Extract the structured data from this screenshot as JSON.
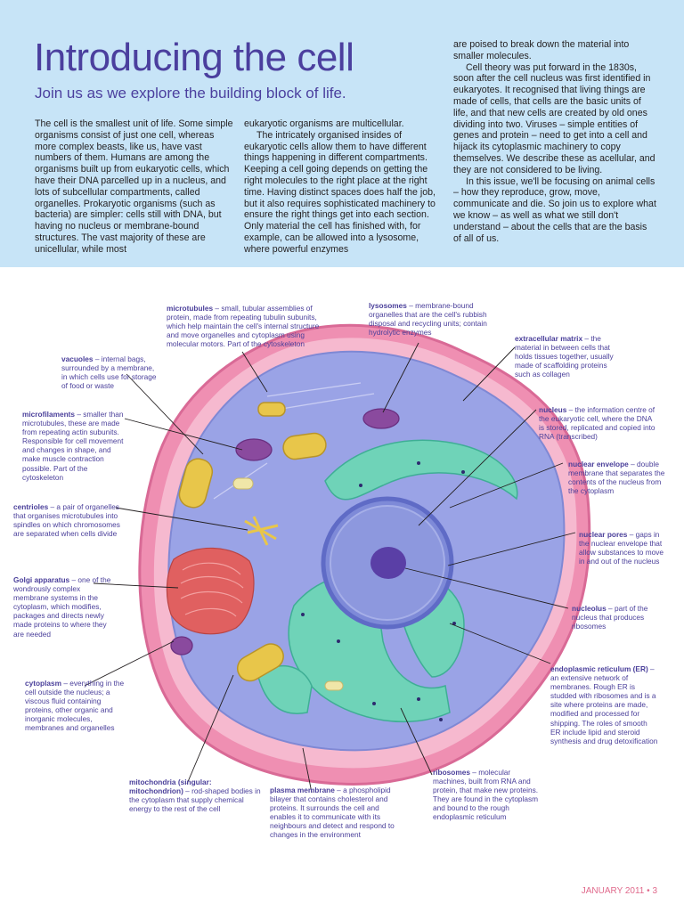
{
  "header": {
    "title": "Introducing the cell",
    "subtitle": "Join us as we explore the building block of life."
  },
  "body_text": {
    "col1": "The cell is the smallest unit of life. Some simple organisms consist of just one cell, whereas more complex beasts, like us, have vast numbers of them. Humans are among the organisms built up from eukaryotic cells, which have their DNA parcelled up in a nucleus, and lots of subcellular compartments, called organelles. Prokaryotic organisms (such as bacteria) are simpler: cells still with DNA, but having no nucleus or membrane-bound structures. The vast majority of these are unicellular, while most",
    "col2_p1": "eukaryotic organisms are multicellular.",
    "col2_p2": "The intricately organised insides of eukaryotic cells allow them to have different things happening in different compartments. Keeping a cell going depends on getting the right molecules to the right place at the right time. Having distinct spaces does half the job, but it also requires sophisticated machinery to ensure the right things get into each section. Only material the cell has finished with, for example, can be allowed into a lysosome, where powerful enzymes",
    "col3_p1": "are poised to break down the material into smaller molecules.",
    "col3_p2": "Cell theory was put forward in the 1830s, soon after the cell nucleus was first identified in eukaryotes. It recognised that living things are made of cells, that cells are the basic units of life, and that new cells are created by old ones dividing into two. Viruses – simple entities of genes and protein – need to get into a cell and hijack its cytoplasmic machinery to copy themselves. We describe these as acellular, and they are not considered to be living.",
    "col3_p3": "In this issue, we'll be focusing on animal cells – how they reproduce, grow, move, communicate and die. So join us to explore what we know – as well as what we still don't understand – about the cells that are the basis of all of us."
  },
  "labels": {
    "microtubules": {
      "term": "microtubules",
      "desc": " – small, tubular assemblies of protein, made from repeating tubulin subunits, which help maintain the cell's internal structure and move organelles and cytoplasm using molecular motors. Part of the cytoskeleton"
    },
    "lysosomes": {
      "term": "lysosomes",
      "desc": " – membrane-bound organelles that are the cell's rubbish disposal and recycling units; contain hydrolytic enzymes"
    },
    "extracellular_matrix": {
      "term": "extracellular matrix",
      "desc": " – the material in between cells that holds tissues together, usually made of scaffolding proteins such as collagen"
    },
    "vacuoles": {
      "term": "vacuoles",
      "desc": " – internal bags, surrounded by a membrane, in which cells use for storage of food or waste"
    },
    "microfilaments": {
      "term": "microfilaments",
      "desc": " – smaller than microtubules, these are made from repeating actin subunits. Responsible for cell movement and changes in shape, and make muscle contraction possible. Part of the cytoskeleton"
    },
    "nucleus": {
      "term": "nucleus",
      "desc": " – the information centre of the eukaryotic cell, where the DNA is stored, replicated and copied into RNA (transcribed)"
    },
    "nuclear_envelope": {
      "term": "nuclear envelope",
      "desc": " – double membrane that separates the contents of the nucleus from the cytoplasm"
    },
    "centrioles": {
      "term": "centrioles",
      "desc": " – a pair of organelles that organises microtubules into spindles on which chromosomes are separated when cells divide"
    },
    "nuclear_pores": {
      "term": "nuclear pores",
      "desc": " – gaps in the nuclear envelope that allow substances to move in and out of the nucleus"
    },
    "golgi": {
      "term": "Golgi apparatus",
      "desc": " – one of the wondrously complex membrane systems in the cytoplasm, which modifies, packages and directs newly made proteins to where they are needed"
    },
    "nucleolus": {
      "term": "nucleolus",
      "desc": " – part of the nucleus that produces ribosomes"
    },
    "er": {
      "term": "endoplasmic reticulum (ER)",
      "desc": " – an extensive network of membranes. Rough ER is studded with ribosomes and is a site where proteins are made, modified and processed for shipping. The roles of smooth ER include lipid and steroid synthesis and drug detoxification"
    },
    "cytoplasm": {
      "term": "cytoplasm",
      "desc": " – everything in the cell outside the nucleus; a viscous fluid containing proteins, other organic and inorganic molecules, membranes and organelles"
    },
    "mitochondria": {
      "term": "mitochondria (singular: mitochondrion)",
      "desc": " – rod-shaped bodies in the cytoplasm that supply chemical energy to the rest of the cell"
    },
    "plasma_membrane": {
      "term": "plasma membrane",
      "desc": " – a phospholipid bilayer that contains cholesterol and proteins. It surrounds the cell and enables it to communicate with its neighbours and detect and respond to changes in the environment"
    },
    "ribosomes": {
      "term": "ribosomes",
      "desc": " – molecular machines, built from RNA and protein, that make new proteins. They are found in the cytoplasm and bound to the rough endoplasmic reticulum"
    }
  },
  "footer": {
    "date": "JANUARY 2011",
    "page": "3"
  },
  "colors": {
    "header_band": "#c7e4f7",
    "title": "#4b3f9e",
    "cell_membrane": "#ef8fb2",
    "cytoplasm": "#9aa3e6",
    "nucleus": "#7e8ad8",
    "nucleolus": "#5a3fa6",
    "er": "#6fd3b8",
    "golgi": "#e06060",
    "mitochondria": "#e8c64a",
    "footer": "#e06a8c"
  }
}
